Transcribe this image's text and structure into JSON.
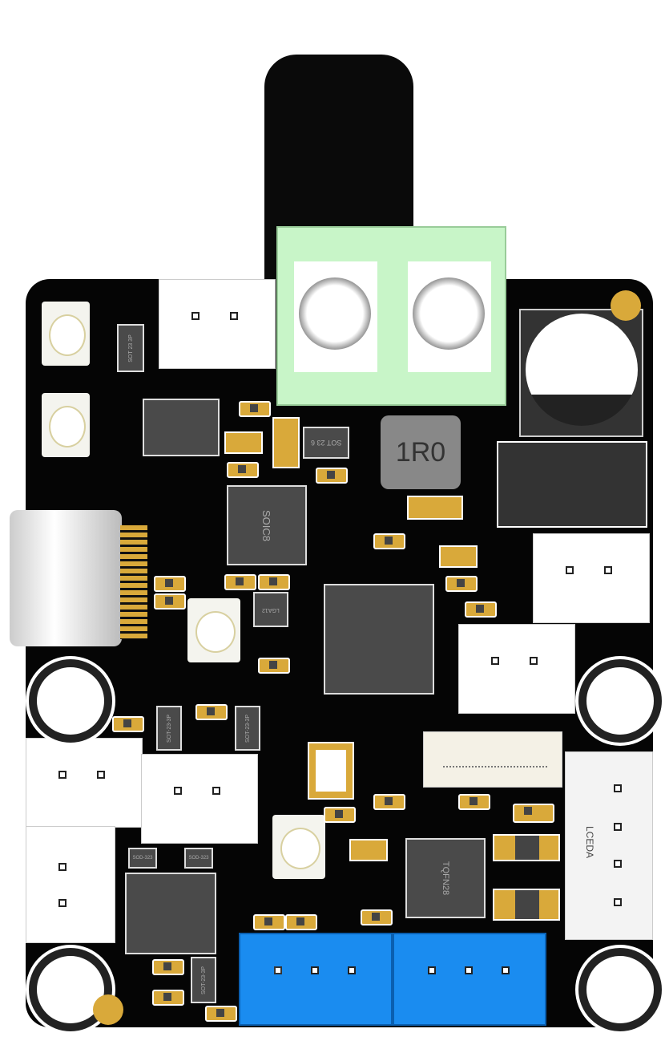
{
  "labels": {
    "inductor": "1R0",
    "soic": "SOIC8",
    "tqfn": "TQFN28",
    "lceda": "LCEDA",
    "sot236": "SOT 23 6",
    "sot23a": "SOT 23 3P",
    "sot23b": "SOT-23-3P",
    "sot23c": "SOT-23-3P",
    "sot23d": "SOT-23-3P",
    "lga": "LGA12",
    "sod1": "SOD-323",
    "sod2": "SOD-323"
  },
  "colors": {
    "board": "#050505",
    "pad": "#d9a93a",
    "terminal": "#c8f5c8",
    "header": "#1a8cf0"
  }
}
